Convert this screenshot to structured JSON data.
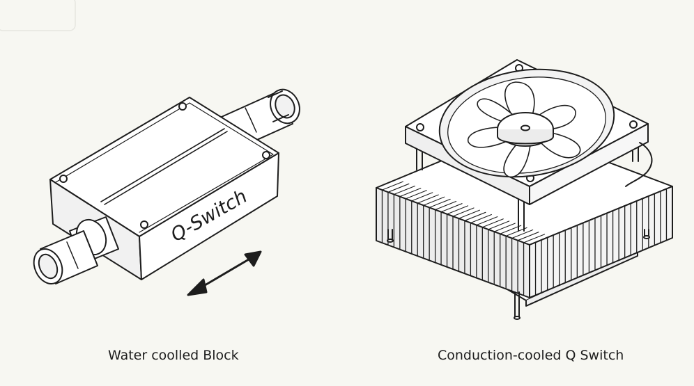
{
  "left_figure": {
    "label": "Q-Switch",
    "caption": "Water coolled Block"
  },
  "right_figure": {
    "caption": "Conduction-cooled Q Switch"
  },
  "colors": {
    "background": "#f7f7f2",
    "line": "#1d1d1d",
    "fill_light": "#ffffff",
    "fill_shade": "#ececec"
  }
}
